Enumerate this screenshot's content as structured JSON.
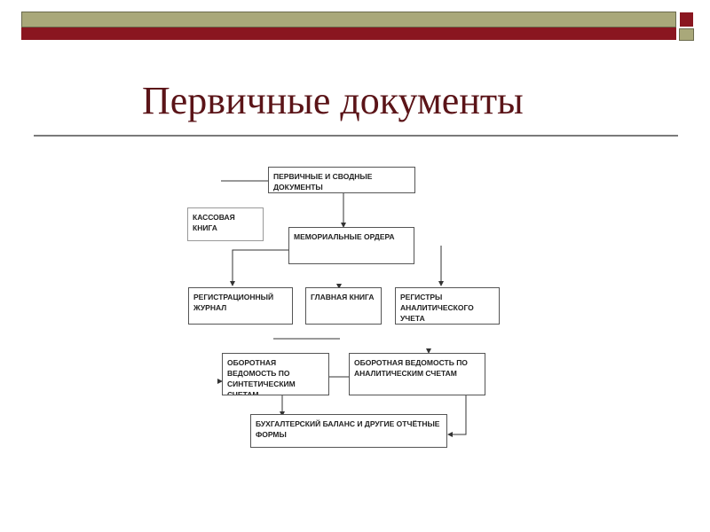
{
  "slide": {
    "title": "Первичные документы"
  },
  "diagram": {
    "boxes": {
      "primary": "ПЕРВИЧНЫЕ И СВОДНЫЕ ДОКУМЕНТЫ",
      "cashbook": "КАССОВАЯ КНИГА",
      "memorial": "МЕМОРИАЛЬНЫЕ ОРДЕРА",
      "register_journal": "РЕГИСТРАЦИОННЫЙ ЖУРНАЛ",
      "general_ledger": "ГЛАВНАЯ КНИГА",
      "analytic_registers": "РЕГИСТРЫ АНАЛИТИЧЕСКОГО УЧЕТА",
      "synthetic_turnover": "ОБОРОТНАЯ ВЕДОМОСТЬ ПО СИНТЕТИЧЕСКИМ СЧЕТАМ",
      "analytic_turnover": "ОБОРОТНАЯ ВЕДОМОСТЬ ПО АНАЛИТИЧЕСКИМ СЧЕТАМ",
      "balance": "БУХГАЛТЕРСКИЙ БАЛАНС И ДРУГИЕ ОТЧЁТНЫЕ ФОРМЫ"
    }
  }
}
